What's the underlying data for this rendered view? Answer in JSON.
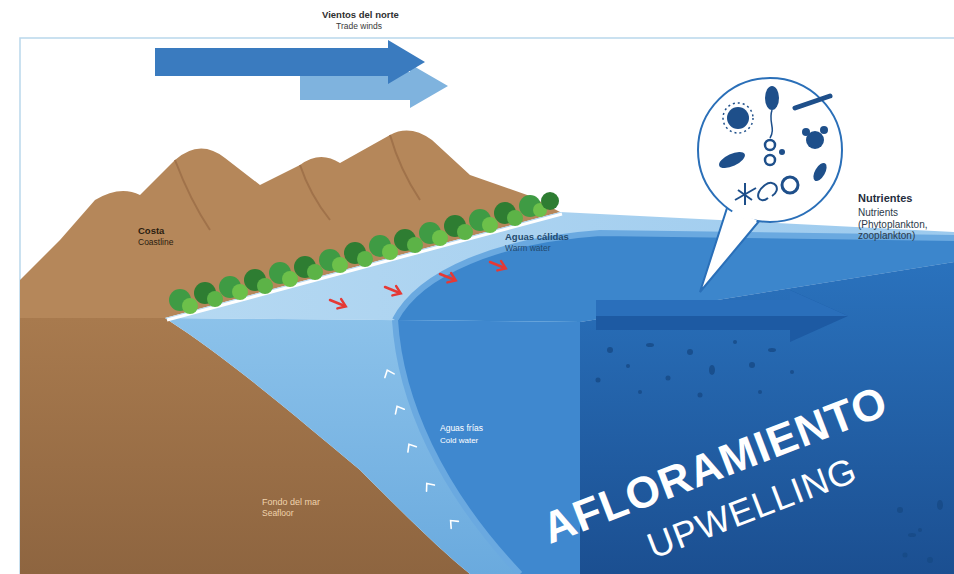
{
  "diagram": {
    "labels": [
      "Vientos del norte",
      "Trade winds",
      "Costa",
      "Coastline",
      "Aguas cálidas",
      "Warm water",
      "Nutrientes",
      "Nutrients (Phytoplankton, zooplankton)",
      "Aguas frías",
      "Cold water",
      "Fondo del mar",
      "Seafloor",
      "AFLORAMIENTO",
      "UPWELLING"
    ]
  }
}
